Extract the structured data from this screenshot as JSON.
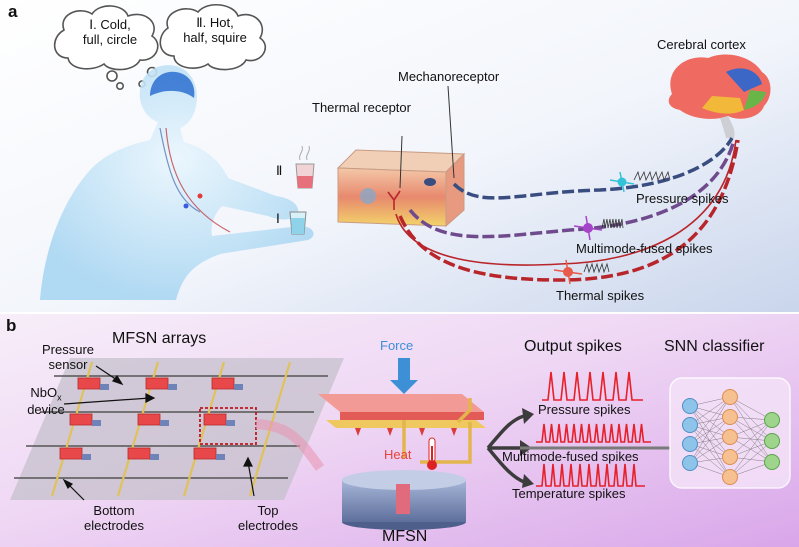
{
  "panel_a": {
    "label": "a",
    "bubble_1": {
      "line1": "Ⅰ. Cold,",
      "line2": "full, circle"
    },
    "bubble_2": {
      "line1": "Ⅱ. Hot,",
      "line2": "half, squire"
    },
    "cup_hot_marker": "Ⅱ",
    "cup_cold_marker": "Ⅰ",
    "thermal_receptor": "Thermal receptor",
    "mechanoreceptor": "Mechanoreceptor",
    "cerebral_cortex": "Cerebral cortex",
    "pressure_spikes": "Pressure spikes",
    "multimode_spikes": "Multimode-fused spikes",
    "thermal_spikes": "Thermal spikes"
  },
  "panel_b": {
    "label": "b",
    "mfsn_arrays": "MFSN arrays",
    "pressure_sensor": {
      "line1": "Pressure",
      "line2": "sensor"
    },
    "nbox_device": {
      "base": "NbO",
      "sub": "x",
      "line2": "device"
    },
    "bottom_electrodes": {
      "line1": "Bottom",
      "line2": "electrodes"
    },
    "top_electrodes": {
      "line1": "Top",
      "line2": "electrodes"
    },
    "force": "Force",
    "heat": "Heat",
    "mfsn": "MFSN",
    "output_spikes": "Output spikes",
    "snn_classifier": "SNN classifier",
    "out_pressure": "Pressure spikes",
    "out_multimode": "Multimode-fused spikes",
    "out_temperature": "Temperature spikes"
  },
  "colors": {
    "spike_red": "#e8202a",
    "force_blue": "#3d8fd6",
    "heat_red": "#e4443a",
    "panel_b_bg": "#e2b8f0",
    "nerve_dark": "#3a4d80",
    "nerve_red": "#b8262b"
  }
}
